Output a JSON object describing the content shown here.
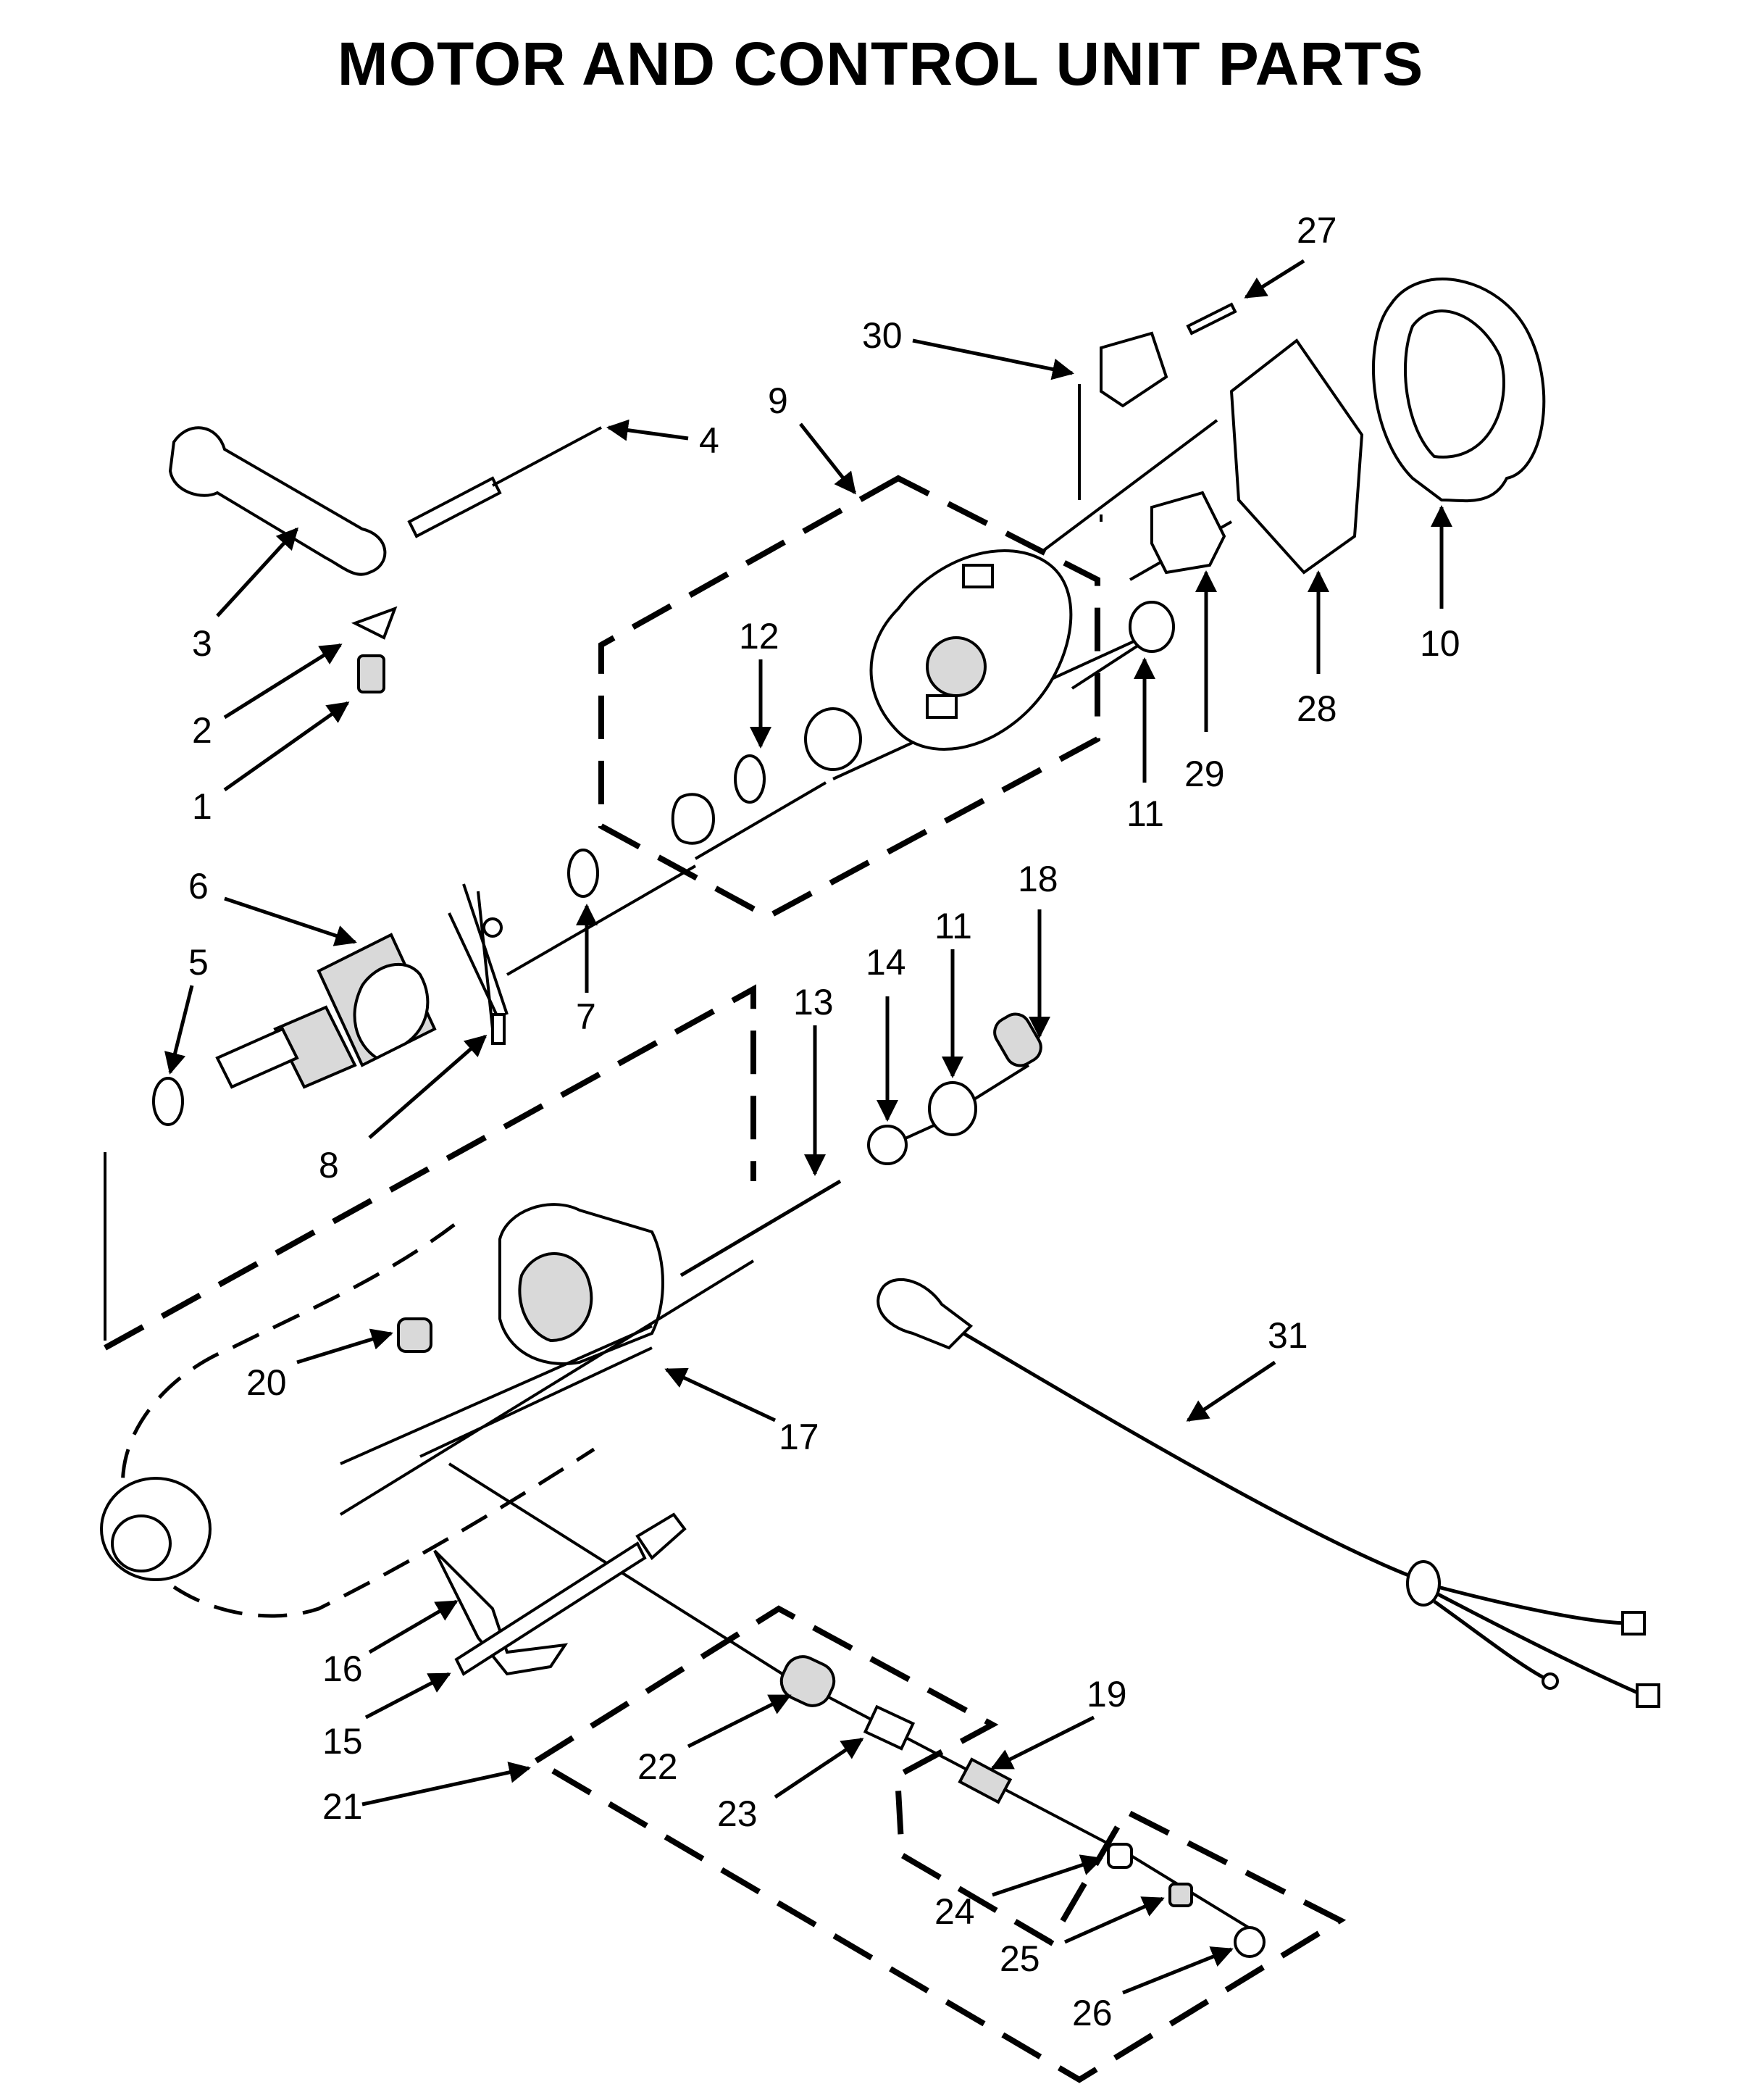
{
  "title": "MOTOR AND CONTROL UNIT PARTS",
  "labels": [
    "1",
    "2",
    "3",
    "4",
    "5",
    "6",
    "7",
    "8",
    "9",
    "10",
    "11",
    "11",
    "12",
    "13",
    "14",
    "15",
    "16",
    "17",
    "18",
    "19",
    "20",
    "21",
    "22",
    "23",
    "24",
    "25",
    "26",
    "27",
    "28",
    "29",
    "30",
    "31"
  ]
}
